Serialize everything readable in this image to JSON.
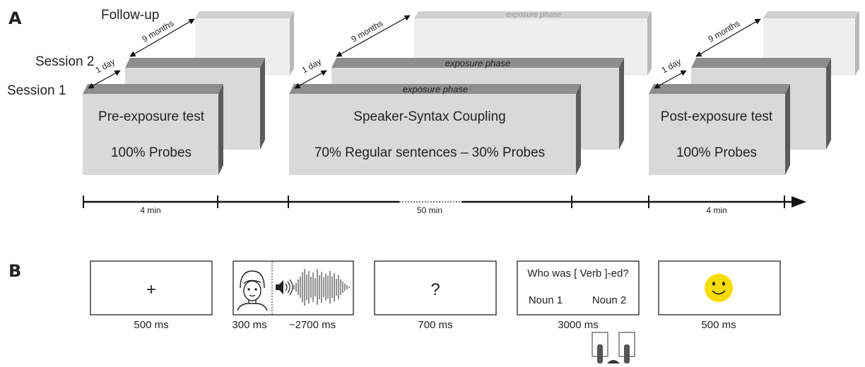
{
  "panelA": {
    "letter": "A",
    "session_labels": {
      "followup": "Follow-up",
      "session2": "Session 2",
      "session1": "Session 1"
    },
    "intervals": {
      "day": "1 day",
      "months": "9 months"
    },
    "exposure_label": "exposure phase",
    "blocks": {
      "pre": {
        "title": "Pre-exposure test",
        "subtitle": "100% Probes"
      },
      "exposure": {
        "title": "Speaker-Syntax Coupling",
        "subtitle": "70% Regular sentences – 30% Probes"
      },
      "post": {
        "title": "Post-exposure test",
        "subtitle": "100% Probes"
      }
    },
    "timeline": {
      "seg1": "4 min",
      "seg2": "50 min",
      "seg3": "4 min"
    }
  },
  "panelB": {
    "letter": "B",
    "fixation": {
      "symbol": "+",
      "duration": "500 ms"
    },
    "audio": {
      "face_duration": "300 ms",
      "sound_duration": "~2700 ms"
    },
    "question": {
      "symbol": "?",
      "duration": "700 ms"
    },
    "response": {
      "prompt": "Who was [ Verb ]-ed?",
      "option1": "Noun 1",
      "option2": "Noun 2",
      "duration": "3000 ms"
    },
    "feedback": {
      "duration": "500 ms"
    }
  },
  "colors": {
    "face_light": "#d8d9d9",
    "top_dark": "#8e8e8e",
    "side_dark": "#5b5b5b",
    "ghost_face": "#eeeeee",
    "ghost_top": "#d0d0d0",
    "ghost_side": "#b8b8b8",
    "smiley": "#f5dc00"
  }
}
